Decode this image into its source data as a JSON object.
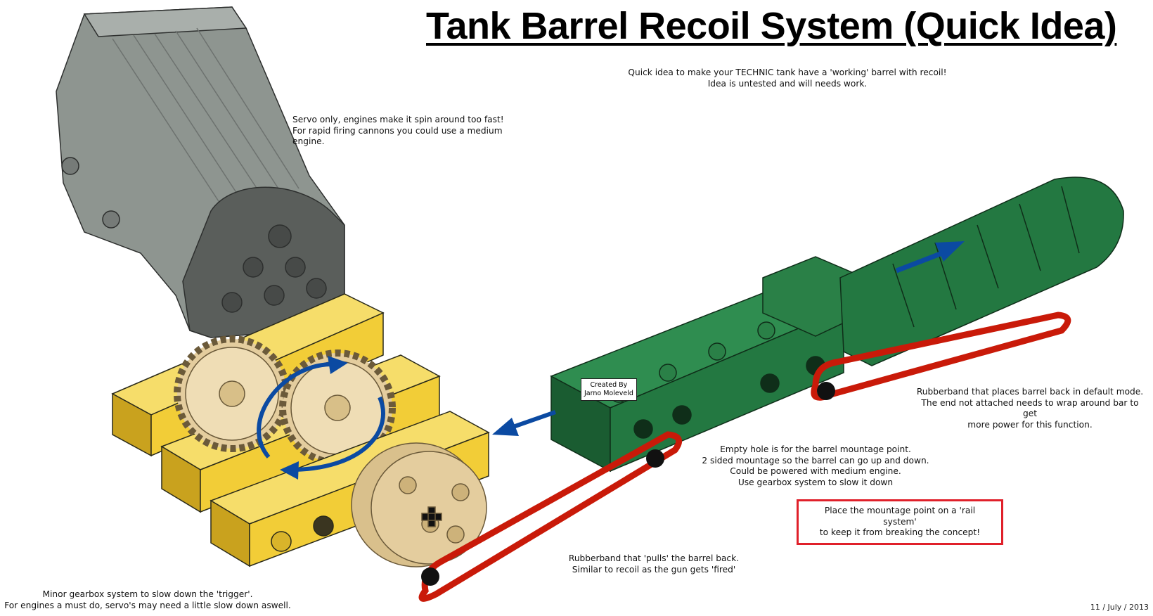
{
  "title": "Tank Barrel Recoil System (Quick Idea)",
  "intro": "Quick idea to make your TECHNIC tank have a 'working' barrel with recoil!\nIdea is untested and will needs work.",
  "notes": {
    "servo": "Servo only, engines make it spin around too fast!\nFor rapid firing cannons you could use a medium engine.",
    "rubberband_default": "Rubberband that places barrel back in default mode.\nThe end not attached needs to wrap around bar to get\nmore power for this function.",
    "empty_hole": "Empty hole is for the barrel mountage point.\n2 sided mountage so the barrel can go up and down.\nCould be powered with medium engine.\nUse gearbox system to slow it down",
    "rail_system": "Place the mountage point on a 'rail system'\nto keep it from breaking the concept!",
    "rubberband_pull": "Rubberband that 'pulls' the barrel back.\nSimilar to recoil as the gun gets 'fired'",
    "gearbox": "Minor gearbox system to slow down the 'trigger'.\nFor engines a must do, servo's may need a little slow down aswell."
  },
  "credit": "Created By\nJarno Moleveld",
  "date": "11 / July / 2013",
  "colors": {
    "servo_gray": "#8e9590",
    "servo_dark": "#5a5e5b",
    "brick_yellow": "#f2cd37",
    "gear_tan": "#e4cd9e",
    "barrel_green": "#237841",
    "rubberband_red": "#c91a09",
    "arrow_blue": "#0b4aa2",
    "callout_red": "#e0202a"
  }
}
